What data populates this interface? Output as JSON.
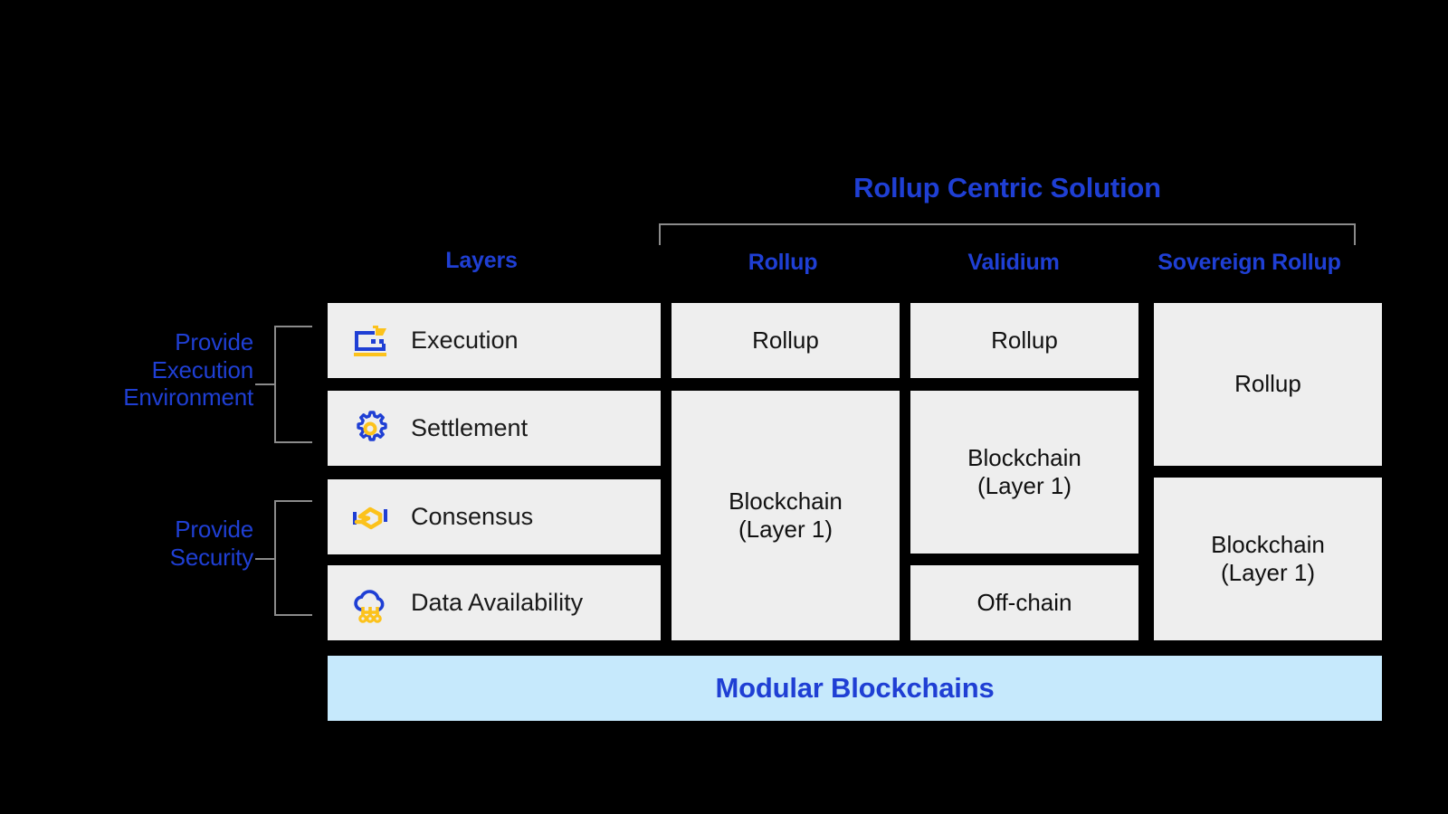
{
  "diagram": {
    "title": "Rollup Centric Solution",
    "bottom_bar_label": "Modular Blockchains",
    "colors": {
      "accent_blue": "#1f3fd4",
      "icon_blue": "#1f3fd4",
      "icon_yellow": "#fcc21b",
      "cell_gray": "#eeeeee",
      "bottom_bar_blue": "#c6e9fc",
      "background": "#000000",
      "bracket_gray": "#8b8b8b"
    }
  },
  "headers": {
    "layers": "Layers",
    "rollup": "Rollup",
    "validium": "Validium",
    "sovereign_rollup": "Sovereign Rollup"
  },
  "side_labels": {
    "execution_environment": "Provide\nExecution\nEnvironment",
    "security": "Provide\nSecurity"
  },
  "layers": [
    {
      "label": "Execution",
      "icon": "laptop-cursor-icon"
    },
    {
      "label": "Settlement",
      "icon": "gear-icon"
    },
    {
      "label": "Consensus",
      "icon": "handshake-icon"
    },
    {
      "label": "Data Availability",
      "icon": "cloud-nodes-icon"
    }
  ],
  "columns": {
    "rollup": [
      {
        "label": "Rollup",
        "rows": 1
      },
      {
        "label": "Blockchain\n(Layer 1)",
        "rows": 3
      }
    ],
    "validium": [
      {
        "label": "Rollup",
        "rows": 1
      },
      {
        "label": "Blockchain\n(Layer 1)",
        "rows": 2
      },
      {
        "label": "Off-chain",
        "rows": 1
      }
    ],
    "sovereign_rollup": [
      {
        "label": "Rollup",
        "rows": 2
      },
      {
        "label": "Blockchain\n(Layer 1)",
        "rows": 2
      }
    ]
  }
}
